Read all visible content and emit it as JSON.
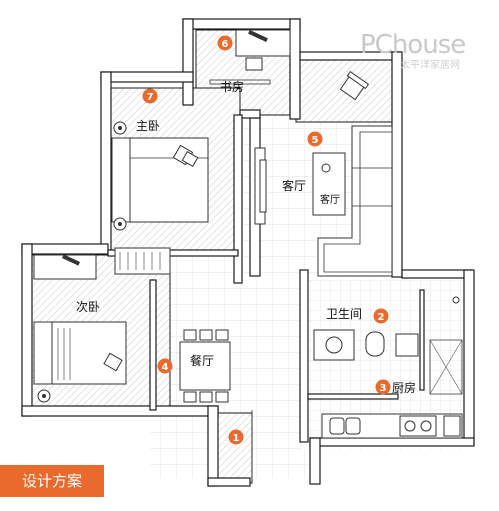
{
  "brand": {
    "watermark": "PChouse",
    "watermark_sub": "太平洋家居网"
  },
  "caption": "设计方案",
  "accent_color": "#e96a2c",
  "rooms": [
    {
      "num": "1",
      "label": ""
    },
    {
      "num": "2",
      "label": "卫生间"
    },
    {
      "num": "3",
      "label": "厨房"
    },
    {
      "num": "4",
      "label": "餐厅"
    },
    {
      "num": "5",
      "label": "客厅"
    },
    {
      "num": "6",
      "label": ""
    },
    {
      "num": "7",
      "label": ""
    }
  ],
  "extra_labels": {
    "study": "书房",
    "master_bedroom": "主卧",
    "second_bedroom": "次卧",
    "coffee_table": "客厅"
  }
}
